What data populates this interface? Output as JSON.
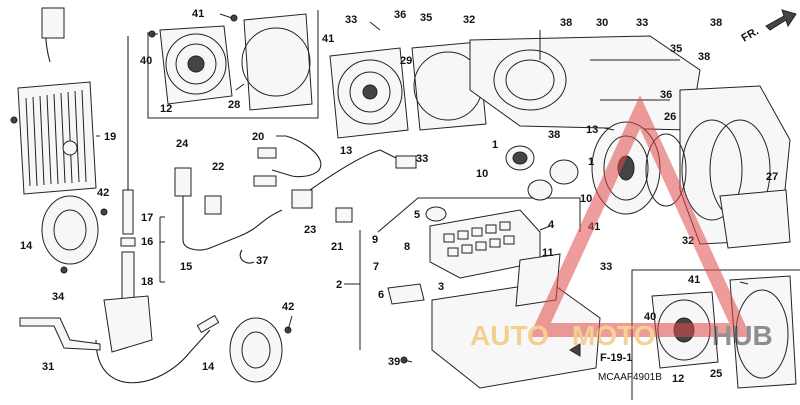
{
  "diagram": {
    "fr_label": "FR.",
    "ref_label": "F-19-1",
    "diagram_code": "MCAAF4901B",
    "watermark": {
      "brand": "AUTOMOTOHUB",
      "left": "AUTO",
      "mid": "MOTO",
      "right": "HUB"
    },
    "callouts": [
      {
        "id": "c41a",
        "text": "41"
      },
      {
        "id": "c12a",
        "text": "12"
      },
      {
        "id": "c40a",
        "text": "40"
      },
      {
        "id": "c28",
        "text": "28"
      },
      {
        "id": "c33a",
        "text": "33"
      },
      {
        "id": "c36a",
        "text": "36"
      },
      {
        "id": "c35a",
        "text": "35"
      },
      {
        "id": "c32a",
        "text": "32"
      },
      {
        "id": "c38a",
        "text": "38"
      },
      {
        "id": "c30",
        "text": "30"
      },
      {
        "id": "c33b",
        "text": "33"
      },
      {
        "id": "c38b",
        "text": "38"
      },
      {
        "id": "c41b",
        "text": "41"
      },
      {
        "id": "c29",
        "text": "29"
      },
      {
        "id": "c35b",
        "text": "35"
      },
      {
        "id": "c38c",
        "text": "38"
      },
      {
        "id": "c36b",
        "text": "36"
      },
      {
        "id": "c19",
        "text": "19"
      },
      {
        "id": "c20",
        "text": "20"
      },
      {
        "id": "c13a",
        "text": "13"
      },
      {
        "id": "c38d",
        "text": "38"
      },
      {
        "id": "c13b",
        "text": "13"
      },
      {
        "id": "c26",
        "text": "26"
      },
      {
        "id": "c24",
        "text": "24"
      },
      {
        "id": "c22",
        "text": "22"
      },
      {
        "id": "c33c",
        "text": "33"
      },
      {
        "id": "c1a",
        "text": "1"
      },
      {
        "id": "c1b",
        "text": "1"
      },
      {
        "id": "c10a",
        "text": "10"
      },
      {
        "id": "c10b",
        "text": "10"
      },
      {
        "id": "c27",
        "text": "27"
      },
      {
        "id": "c42a",
        "text": "42"
      },
      {
        "id": "c17",
        "text": "17"
      },
      {
        "id": "c16",
        "text": "16"
      },
      {
        "id": "c18",
        "text": "18"
      },
      {
        "id": "c15",
        "text": "15"
      },
      {
        "id": "c14a",
        "text": "14"
      },
      {
        "id": "c23",
        "text": "23"
      },
      {
        "id": "c21",
        "text": "21"
      },
      {
        "id": "c37",
        "text": "37"
      },
      {
        "id": "c5",
        "text": "5"
      },
      {
        "id": "c9",
        "text": "9"
      },
      {
        "id": "c8",
        "text": "8"
      },
      {
        "id": "c4",
        "text": "4"
      },
      {
        "id": "c41c",
        "text": "41"
      },
      {
        "id": "c32b",
        "text": "32"
      },
      {
        "id": "c33d",
        "text": "33"
      },
      {
        "id": "c7",
        "text": "7"
      },
      {
        "id": "c11",
        "text": "11"
      },
      {
        "id": "c2",
        "text": "2"
      },
      {
        "id": "c3",
        "text": "3"
      },
      {
        "id": "c6",
        "text": "6"
      },
      {
        "id": "c34",
        "text": "34"
      },
      {
        "id": "c41d",
        "text": "41"
      },
      {
        "id": "c40b",
        "text": "40"
      },
      {
        "id": "c42b",
        "text": "42"
      },
      {
        "id": "c31",
        "text": "31"
      },
      {
        "id": "c14b",
        "text": "14"
      },
      {
        "id": "c39",
        "text": "39"
      },
      {
        "id": "c12b",
        "text": "12"
      },
      {
        "id": "c25",
        "text": "25"
      }
    ]
  }
}
